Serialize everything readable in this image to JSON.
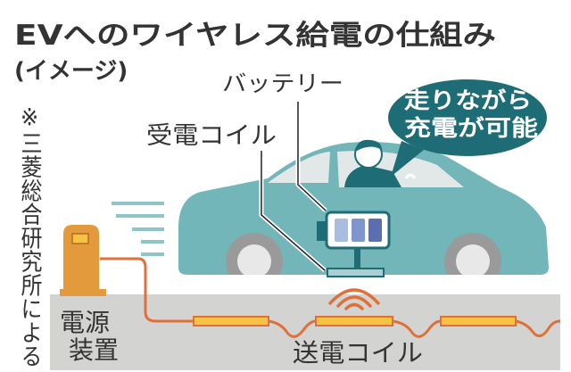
{
  "title": "EVへのワイヤレス給電の仕組み",
  "subtitle": "(イメージ)",
  "source_note": "※三菱総合研究所による",
  "labels": {
    "battery": "バッテリー",
    "receiver_coil": "受電コイル",
    "power_unit_line1": "電源",
    "power_unit_line2": "装置",
    "transmitter_coil": "送電コイル"
  },
  "bubble": {
    "line1": "走りながら",
    "line2": "充電が可能"
  },
  "colors": {
    "car": "#72b6b9",
    "dark_teal": "#1d6c76",
    "ground": "#d3d3d1",
    "charger": "#e39a3c",
    "coil": "#f6c244",
    "wire": "#e0703a",
    "text": "#333333"
  }
}
